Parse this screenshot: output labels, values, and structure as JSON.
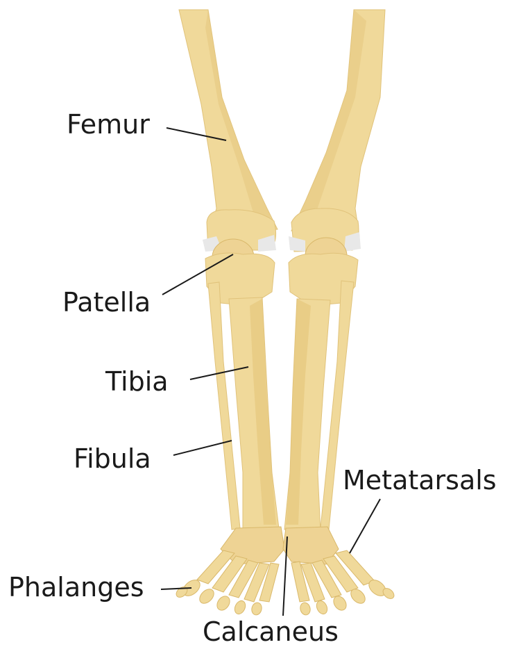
{
  "diagram": {
    "labels": {
      "femur": "Femur",
      "patella": "Patella",
      "tibia": "Tibia",
      "fibula": "Fibula",
      "metatarsals": "Metatarsals",
      "phalanges": "Phalanges",
      "calcaneus": "Calcaneus"
    },
    "colors": {
      "bone": "#f0d99a",
      "bone_shade": "#e3c377",
      "bone_dark": "#d6b062",
      "cartilage": "#e8e8e8",
      "leader_line": "#1a1a1a"
    }
  }
}
